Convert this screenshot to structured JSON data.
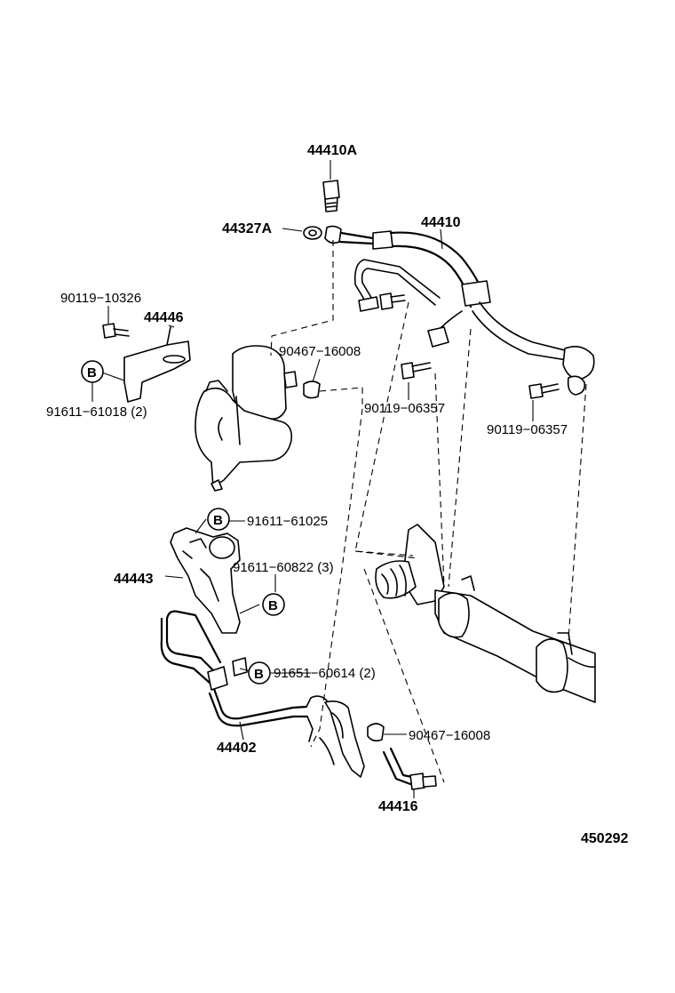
{
  "labels": {
    "p44410A": "44410A",
    "p44327A": "44327A",
    "p44410": "44410",
    "p90119_10326": "90119−10326",
    "p44446": "44446",
    "p91611_61018": "91611−61018 (2)",
    "p90467_16008_top": "90467−16008",
    "p90119_06357_a": "90119−06357",
    "p90119_06357_b": "90119−06357",
    "p91611_61025": "91611−61025",
    "p44443": "44443",
    "p91611_60822": "91611−60822 (3)",
    "p91651_60614": "91651−60614 (2)",
    "p90467_16008_bot": "90467−16008",
    "p44402": "44402",
    "p44416": "44416",
    "diagram_id": "450292"
  },
  "badge_letter": "B",
  "icons": [
    "pump-icon",
    "gear-rack-icon",
    "bracket-icon",
    "pipe-icon",
    "bolt-icon",
    "clamp-icon"
  ]
}
